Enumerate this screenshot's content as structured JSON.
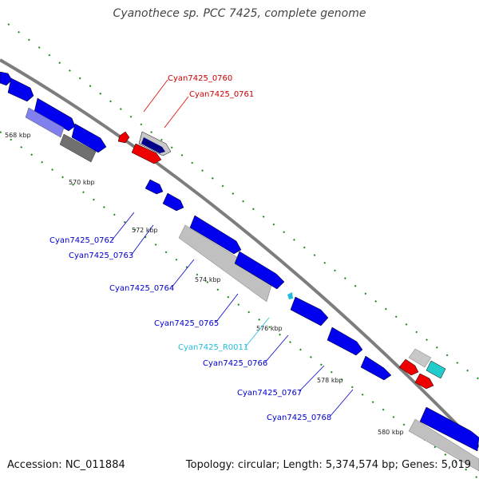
{
  "title": "Cyanothece sp. PCC 7425, complete genome",
  "footer": {
    "accession": "Accession: NC_011884",
    "summary": "Topology: circular; Length: 5,374,574 bp; Genes: 5,019"
  },
  "colors": {
    "forward_gene": "#0000ee",
    "pseudo_gene": "#bdbdbd",
    "rna_gene": "#ee0000",
    "ncrna_gene": "#22cccc",
    "backbone": "#808080",
    "tick_dots": "#1a8a1a"
  },
  "ticks": [
    "568 kbp",
    "570 kbp",
    "572 kbp",
    "574 kbp",
    "576 kbp",
    "578 kbp",
    "580 kbp"
  ],
  "gene_labels": [
    {
      "name": "Cyan7425_0760",
      "color": "#cc0000"
    },
    {
      "name": "Cyan7425_0761",
      "color": "#cc0000"
    },
    {
      "name": "Cyan7425_0762",
      "color": "#0000cc"
    },
    {
      "name": "Cyan7425_0763",
      "color": "#0000cc"
    },
    {
      "name": "Cyan7425_0764",
      "color": "#0000cc"
    },
    {
      "name": "Cyan7425_0765",
      "color": "#0000cc"
    },
    {
      "name": "Cyan7425_R0011",
      "color": "#22bbdd"
    },
    {
      "name": "Cyan7425_0766",
      "color": "#0000cc"
    },
    {
      "name": "Cyan7425_0767",
      "color": "#0000cc"
    },
    {
      "name": "Cyan7425_0768",
      "color": "#0000cc"
    }
  ]
}
